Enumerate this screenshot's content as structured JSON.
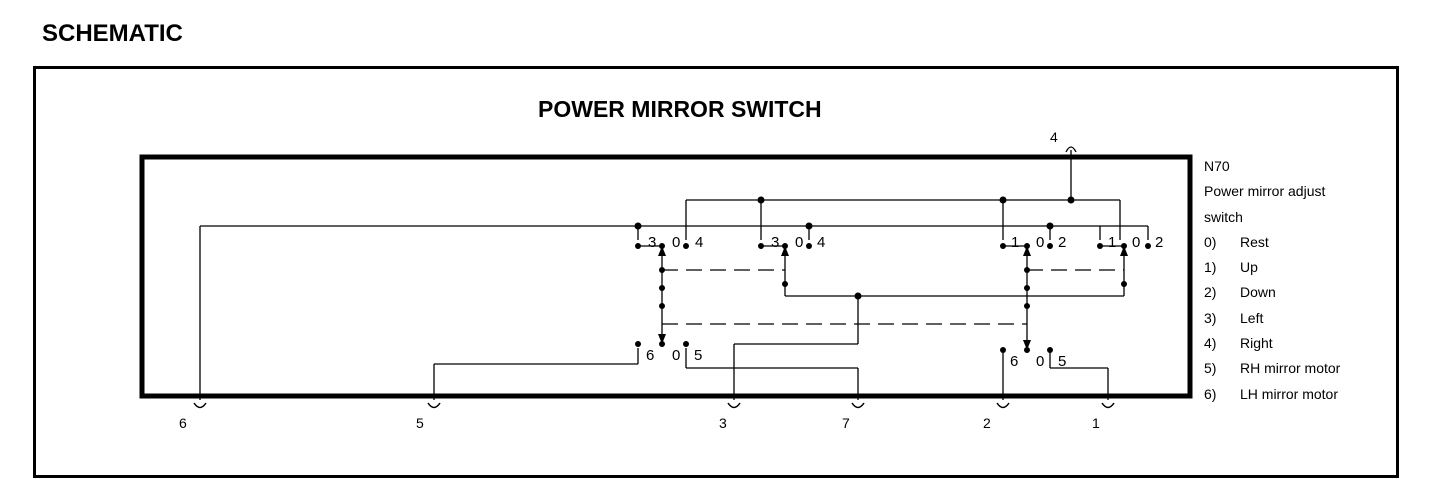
{
  "heading": "SCHEMATIC",
  "title": "POWER MIRROR SWITCH",
  "top_pin": "4",
  "component": {
    "id": "N70",
    "name_line1": "Power mirror adjust",
    "name_line2": "switch"
  },
  "legend": [
    {
      "num": "0)",
      "label": "Rest"
    },
    {
      "num": "1)",
      "label": "Up"
    },
    {
      "num": "2)",
      "label": "Down"
    },
    {
      "num": "3)",
      "label": "Left"
    },
    {
      "num": "4)",
      "label": "Right"
    },
    {
      "num": "5)",
      "label": "RH mirror motor"
    },
    {
      "num": "6)",
      "label": "LH mirror motor"
    }
  ],
  "bottom_pins": [
    "6",
    "5",
    "3",
    "7",
    "2",
    "1"
  ],
  "contacts": {
    "left_a": [
      "3",
      "0",
      "4"
    ],
    "left_b": [
      "3",
      "0",
      "4"
    ],
    "right_a": [
      "1",
      "0",
      "2"
    ],
    "right_b": [
      "1",
      "0",
      "2"
    ],
    "selector_left": [
      "6",
      "0",
      "5"
    ],
    "selector_right": [
      "6",
      "0",
      "5"
    ]
  }
}
